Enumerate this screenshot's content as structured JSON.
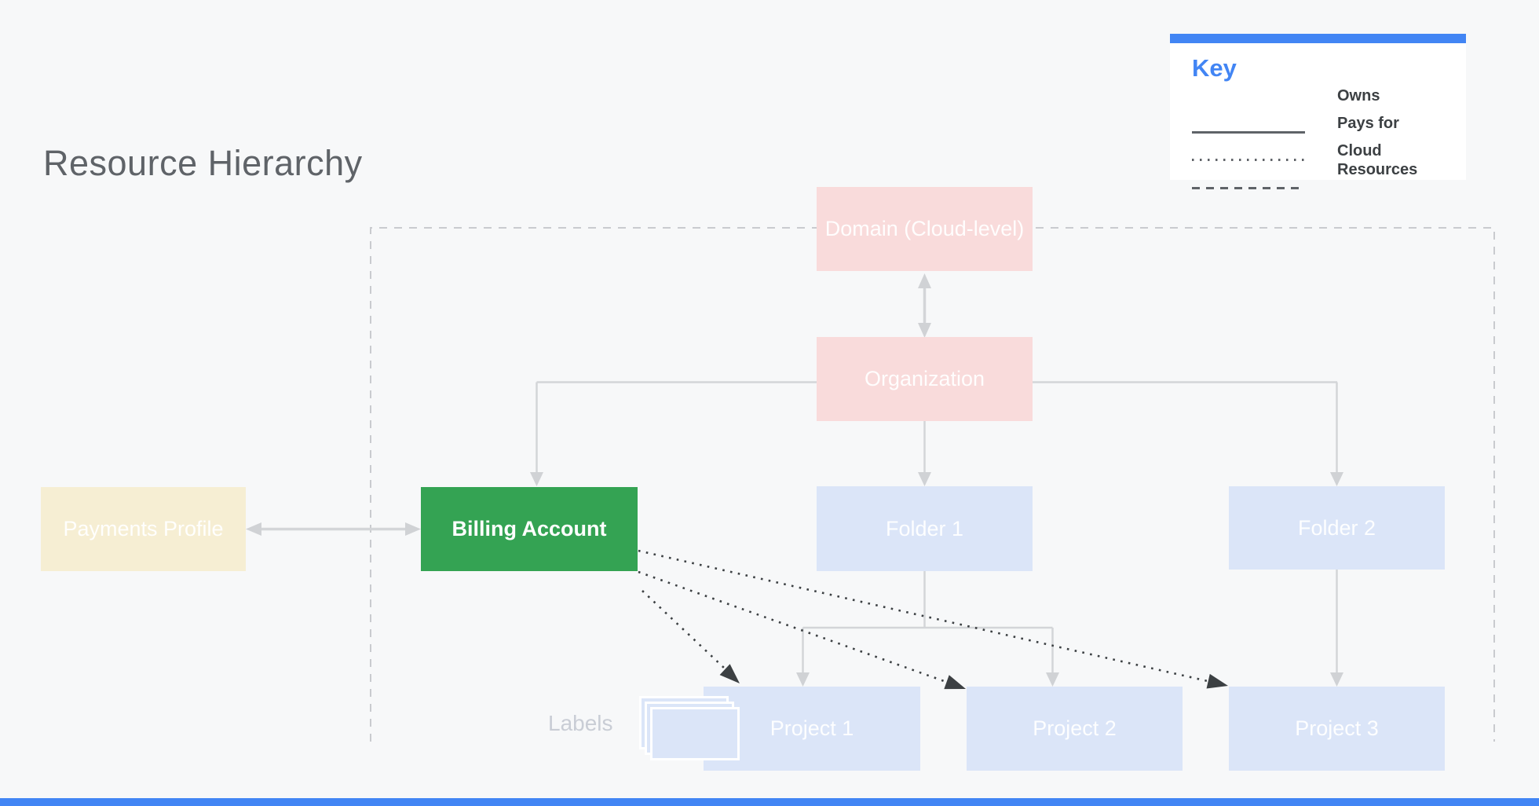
{
  "title": "Resource Hierarchy",
  "key": {
    "title": "Key",
    "accent_color": "#4285f4",
    "items": [
      {
        "name": "owns",
        "line_style": "solid",
        "label": "Owns"
      },
      {
        "name": "pays-for",
        "line_style": "dotted",
        "label": "Pays for"
      },
      {
        "name": "cloud-resources",
        "line_style": "dashed",
        "label": "Cloud Resources"
      }
    ]
  },
  "nodes": {
    "domain": {
      "label": "Domain (Cloud-level)",
      "color": "#f9dbdb"
    },
    "organization": {
      "label": "Organization",
      "color": "#f9dbdb"
    },
    "payments_profile": {
      "label": "Payments Profile",
      "color": "#f6eed3"
    },
    "billing_account": {
      "label": "Billing Account",
      "color": "#34a353"
    },
    "folder_1": {
      "label": "Folder 1",
      "color": "#dbe5f8"
    },
    "folder_2": {
      "label": "Folder 2",
      "color": "#dbe5f8"
    },
    "project_1": {
      "label": "Project 1",
      "color": "#dbe5f8"
    },
    "project_2": {
      "label": "Project 2",
      "color": "#dbe5f8"
    },
    "project_3": {
      "label": "Project 3",
      "color": "#dbe5f8"
    }
  },
  "captions": {
    "labels": "Labels"
  },
  "colors": {
    "background": "#f7f8f9",
    "connector_gray": "#d3d5d8",
    "boundary_dashed": "#c9cbcf",
    "pays_for_dark": "#3c4043",
    "title_text": "#5f6368",
    "footer_bar": "#4285f4"
  }
}
